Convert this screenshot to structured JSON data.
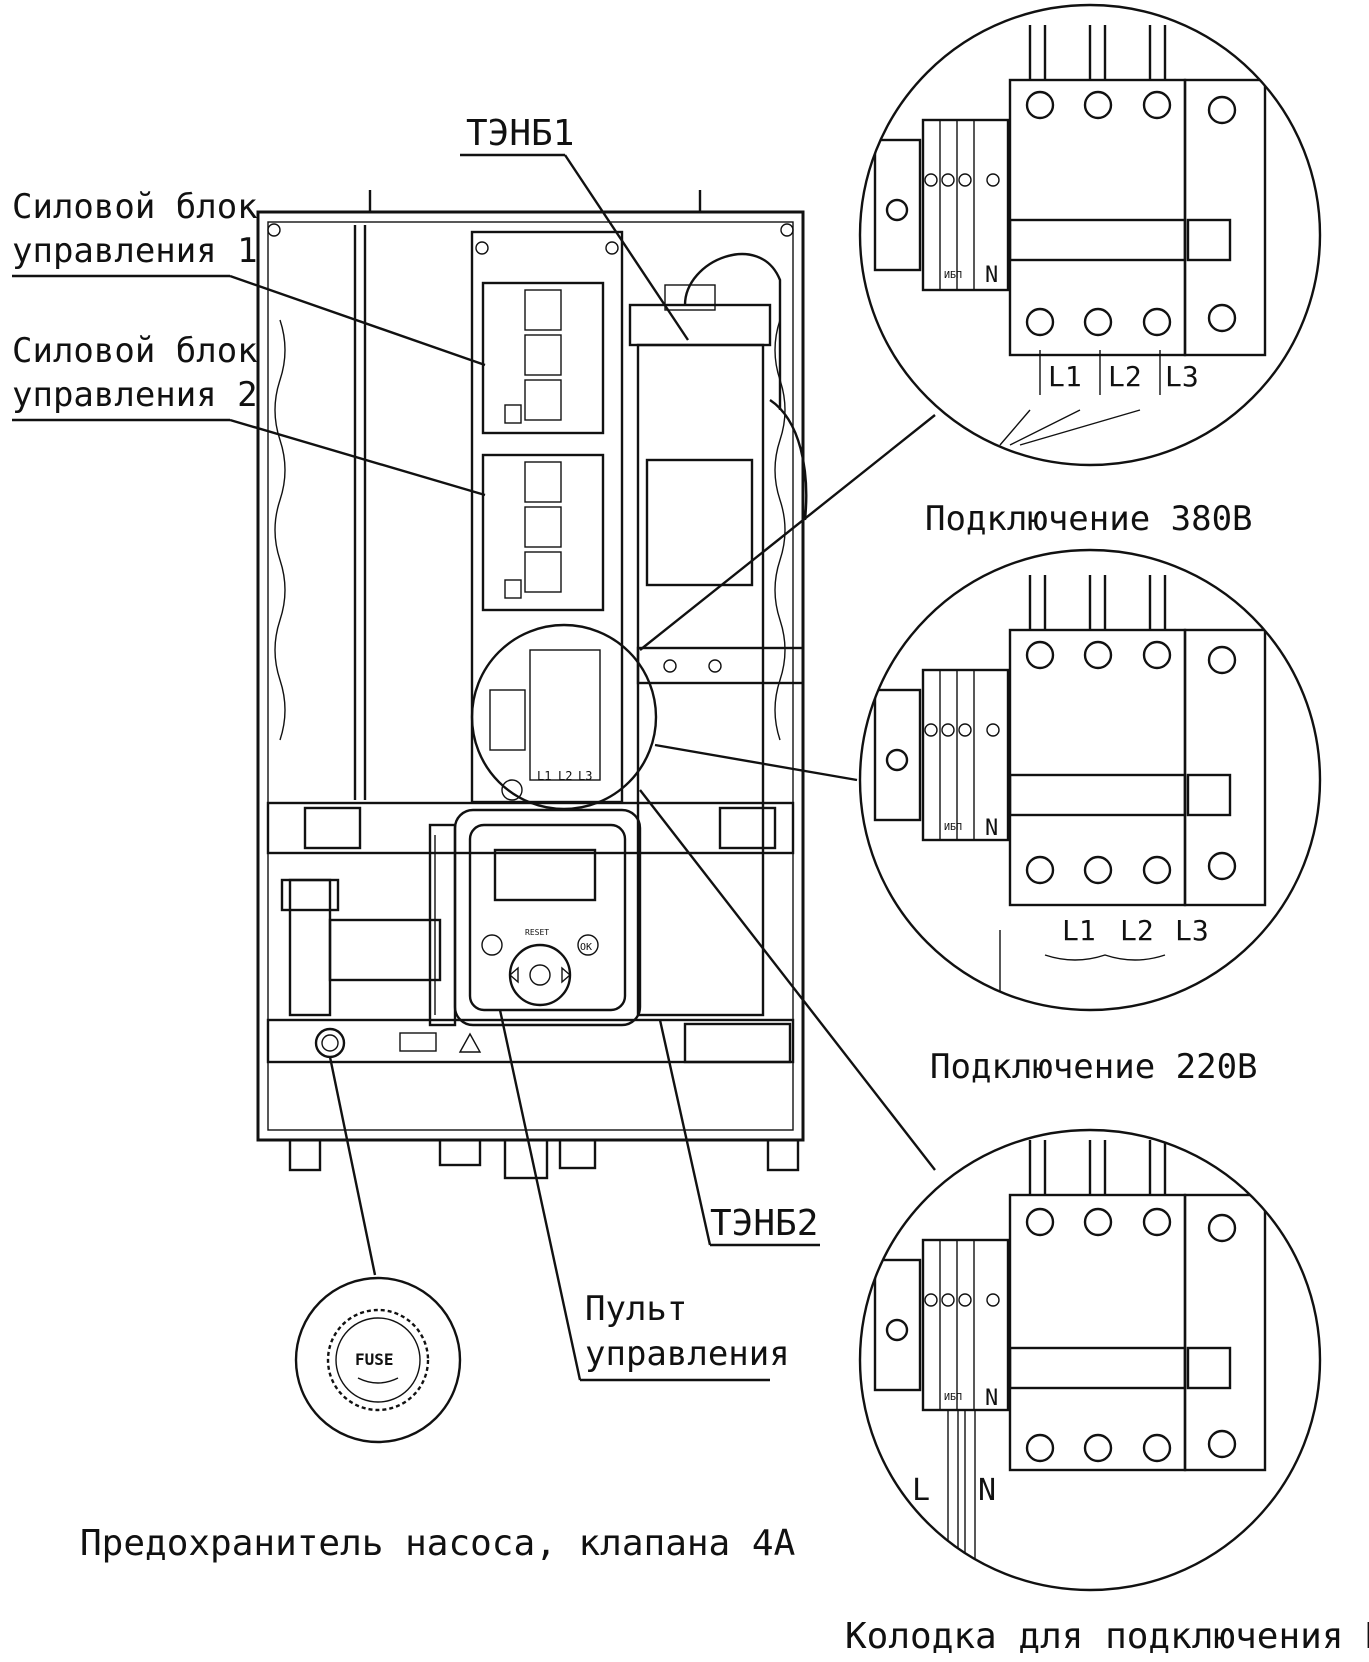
{
  "labels": {
    "heater1": "ТЭНБ1",
    "power_block_1_line1": "Силовой блок",
    "power_block_1_line2": "управления 1",
    "power_block_2_line1": "Силовой блок",
    "power_block_2_line2": "управления 2",
    "heater2": "ТЭНБ2",
    "control_panel_line1": "Пульт",
    "control_panel_line2": "управления",
    "fuse_caption": "Предохранитель насоса, клапана 4А",
    "connection_380": "Подключение 380В",
    "connection_220": "Подключение 220В",
    "ups_connection": "Колодка для подключения ИБП"
  },
  "terminals": {
    "L1": "L1",
    "L2": "L2",
    "L3": "L3",
    "N": "N",
    "L": "L",
    "ups_tag": "ИБП"
  },
  "device": {
    "panel_reset": "RESET",
    "panel_ok": "OK",
    "fuse_text": "FUSE"
  }
}
